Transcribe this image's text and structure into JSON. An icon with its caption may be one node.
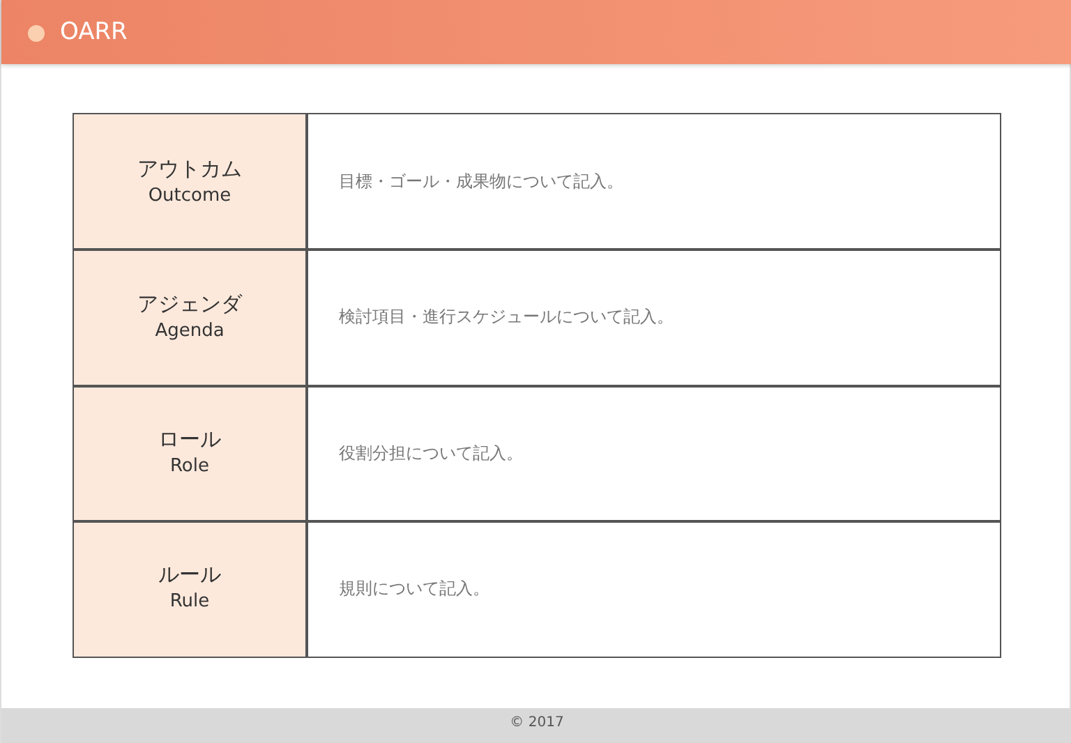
{
  "diagram": {
    "title": "OARR",
    "labels": [
      "アウトカム",
      "Outcome",
      "目標・ゴール・成果物について記入。",
      "アジェンダ",
      "Agenda",
      "検討項目・進行スケジュールについて記入。",
      "ロール",
      "Role",
      "役割分担について記入。",
      "ルール",
      "Rule",
      "規則について記入。",
      "© 2017"
    ]
  }
}
